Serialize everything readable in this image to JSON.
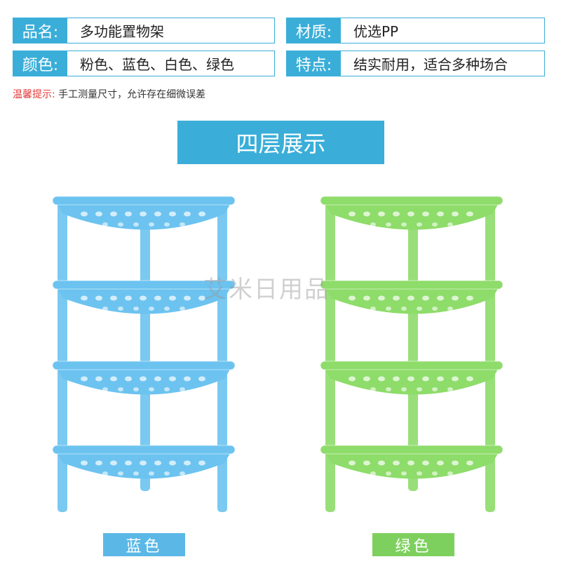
{
  "specs": [
    {
      "label": "品名:",
      "value": "多功能置物架"
    },
    {
      "label": "材质:",
      "value": "优选PP"
    },
    {
      "label": "颜色:",
      "value": "粉色、蓝色、白色、绿色"
    },
    {
      "label": "特点:",
      "value": "结实耐用，适合多种场合"
    }
  ],
  "note": {
    "label": "温馨提示:",
    "text": "手工测量尺寸，允许存在细微误差"
  },
  "banner": "四层展示",
  "watermark": "艾米日用品",
  "products": [
    {
      "caption": "蓝色",
      "color": "#6cc3f0",
      "caption_bg": "#5bb8e6"
    },
    {
      "caption": "绿色",
      "color": "#8edc6a",
      "caption_bg": "#7ed05e"
    }
  ]
}
